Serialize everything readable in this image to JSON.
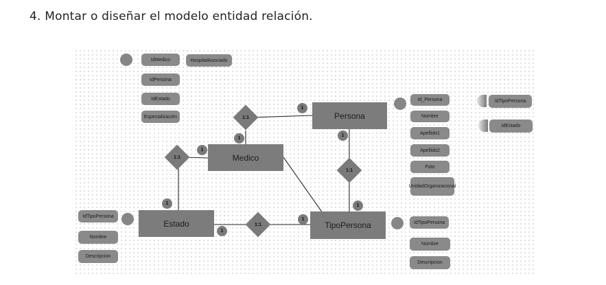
{
  "heading": "4. Montar o diseñar el modelo entidad relación.",
  "entities": {
    "persona": "Persona",
    "medico": "Medico",
    "estado": "Estado",
    "tipo_persona": "TipoPersona"
  },
  "relationships": {
    "medico_persona": "1:1",
    "medico_estado": "1:1",
    "persona_tipo": "1:1",
    "estado_tipo": "1:1"
  },
  "cardinalities": {
    "persona_left": "1",
    "medico_top": "1",
    "medico_left": "1",
    "persona_bottom": "1",
    "estado_top": "1",
    "tipo_top": "1",
    "estado_right": "1",
    "tipo_left": "1"
  },
  "medico_attributes": [
    "IdMedico",
    "HospitalAsociado",
    "IdPersona",
    "IdEstado",
    "Especialización"
  ],
  "persona_attributes": [
    "Id_Persona",
    "Nombre",
    "Apellido1",
    "Apellido2",
    "Foto",
    "UnidadOrganizacional"
  ],
  "persona_foreign_keys": [
    "IdTipoPersona",
    "IdEstado"
  ],
  "estado_attributes": [
    "IdTipoPersona",
    "Nombre",
    "Descripcion"
  ],
  "tipo_persona_attributes": [
    "IdTipoPersona",
    "Nombre",
    "Descripcion"
  ]
}
